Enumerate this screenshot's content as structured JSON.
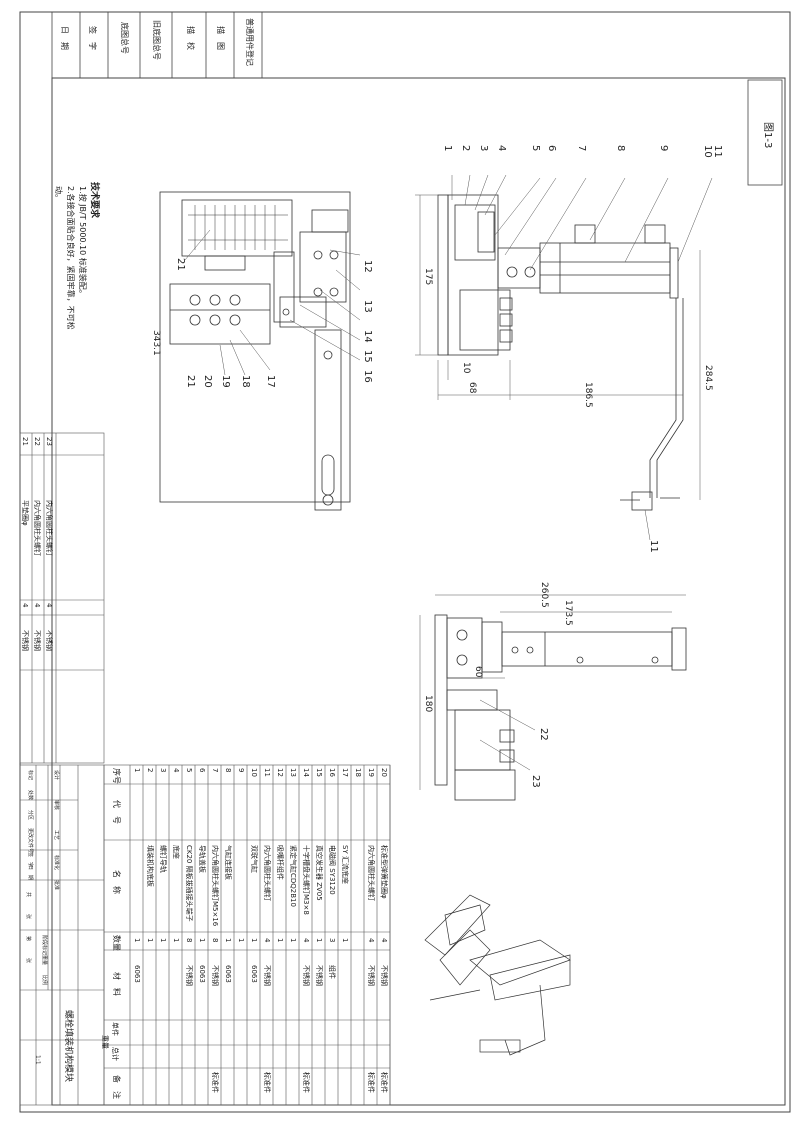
{
  "sheet_id": "图1-3",
  "title_block": {
    "top_left_rows": [
      "普通用件登记",
      "描　图",
      "描　校",
      "旧底图总号",
      "底图总号",
      "签　字",
      "日　期"
    ],
    "assembly_name": "螺栓填装机构模块",
    "labels": {
      "seq": "序号",
      "code": "代　号",
      "name": "名　称",
      "qty": "数量",
      "material": "材　料",
      "unit_weight": "单件",
      "total_weight": "总计",
      "weight": "重量",
      "remark": "备　注"
    },
    "sign_rows": [
      "标记",
      "处数",
      "分区",
      "更改文件号",
      "签　字",
      "日　期"
    ],
    "sign_roles": [
      "设计",
      "审核",
      "工艺",
      "标准化",
      "批准"
    ],
    "stage_labels": [
      "阶段标记",
      "重量",
      "比例"
    ],
    "sheet_count": [
      "共",
      "张",
      "第",
      "张"
    ],
    "scale": "1:1"
  },
  "parts": [
    {
      "no": "1",
      "name": "",
      "qty": "1",
      "material": "6063",
      "remark": ""
    },
    {
      "no": "2",
      "name": "填装机构底板",
      "qty": "1",
      "material": "",
      "remark": ""
    },
    {
      "no": "3",
      "name": "螺钉导轨",
      "qty": "1",
      "material": "",
      "remark": ""
    },
    {
      "no": "4",
      "name": "底座",
      "qty": "1",
      "material": "",
      "remark": ""
    },
    {
      "no": "5",
      "name": "CK20 隔板拔插接头端子",
      "qty": "8",
      "material": "不锈钢",
      "remark": ""
    },
    {
      "no": "6",
      "name": "导轨盖板",
      "qty": "1",
      "material": "6063",
      "remark": ""
    },
    {
      "no": "7",
      "name": "内六角圆柱头螺钉M5×16",
      "qty": "8",
      "material": "不锈钢",
      "remark": "标准件"
    },
    {
      "no": "8",
      "name": "气缸连接板",
      "qty": "1",
      "material": "6063",
      "remark": ""
    },
    {
      "no": "9",
      "name": "",
      "qty": "1",
      "material": "",
      "remark": ""
    },
    {
      "no": "10",
      "name": "双联气缸",
      "qty": "1",
      "material": "6063",
      "remark": ""
    },
    {
      "no": "11",
      "name": "内六角圆柱头螺钉",
      "qty": "4",
      "material": "不锈钢",
      "remark": "标准件"
    },
    {
      "no": "12",
      "name": "吸嘴杆组件",
      "qty": "1",
      "material": "",
      "remark": ""
    },
    {
      "no": "13",
      "name": "紧定气缸CDQ2B10",
      "qty": "1",
      "material": "",
      "remark": ""
    },
    {
      "no": "14",
      "name": "十字槽盘头螺钉M3×8",
      "qty": "4",
      "material": "不锈钢",
      "remark": "标准件"
    },
    {
      "no": "15",
      "name": "真空发生器 ZV05",
      "qty": "1",
      "material": "不锈钢",
      "remark": ""
    },
    {
      "no": "16",
      "name": "电磁阀 SY3120",
      "qty": "3",
      "material": "组件",
      "remark": ""
    },
    {
      "no": "17",
      "name": "SY 汇流底座",
      "qty": "1",
      "material": "",
      "remark": ""
    },
    {
      "no": "18",
      "name": "",
      "qty": "",
      "material": "",
      "remark": ""
    },
    {
      "no": "19",
      "name": "内六角圆柱头螺钉",
      "qty": "4",
      "material": "不锈钢",
      "remark": "标准件"
    },
    {
      "no": "20",
      "name": "标准型弹簧垫圈φ",
      "qty": "4",
      "material": "不锈钢",
      "remark": "标准件"
    }
  ],
  "side_parts": [
    {
      "no": "21",
      "name": "平垫圈φ",
      "qty": "4",
      "material": "不锈钢"
    },
    {
      "no": "22",
      "name": "内六角圆柱头螺钉",
      "qty": "4",
      "material": "不锈钢"
    },
    {
      "no": "23",
      "name": "内六角圆柱头螺钉",
      "qty": "4",
      "material": "不锈钢"
    }
  ],
  "tech_requirements": {
    "heading": "技术要求",
    "items": [
      "1.按 JB/T 5000.10 标准装配。",
      "2.各接合面贴合良好，紧固牢靠，不可松",
      "动。"
    ]
  },
  "dimensions": {
    "front_height": "175",
    "front_offset": "10",
    "front_base": "68",
    "front_width": "186.5",
    "front_drop": "284.5",
    "plan_width": "343.1",
    "top_width": "260.5",
    "top_inner": "173.5",
    "top_offset": "60",
    "top_height": "180"
  },
  "balloons_front": [
    "1",
    "2",
    "3",
    "4",
    "5",
    "6",
    "7",
    "8",
    "9",
    "10",
    "11"
  ],
  "balloons_plan_right": [
    "12",
    "13",
    "14",
    "15",
    "16"
  ],
  "balloons_plan_bottom": [
    "17",
    "18",
    "19",
    "20",
    "21"
  ],
  "balloon_plan_left": "21",
  "balloon_nozzle": "11",
  "balloons_top": [
    "22",
    "23"
  ]
}
